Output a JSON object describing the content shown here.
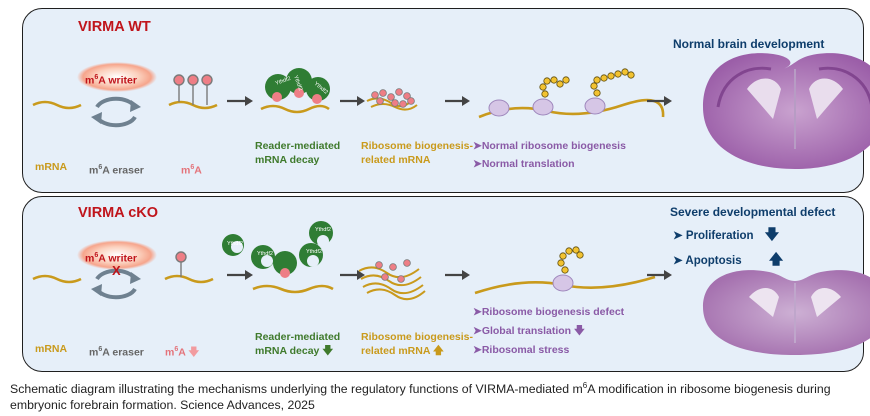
{
  "wt": {
    "title": "VIRMA WT",
    "outcome": "Normal brain development",
    "writer": "m6A writer",
    "labels": {
      "mrna": "mRNA",
      "eraser": "m6A eraser",
      "m6a": "m6A",
      "reader": [
        "Reader-mediated",
        "mRNA decay"
      ],
      "ribosome": [
        "Ribosome biogenesis-",
        "related mRNA"
      ],
      "effects": [
        "Normal ribosome biogenesis",
        "Normal translation"
      ]
    },
    "reader_protein": "Ythdf2"
  },
  "cko": {
    "title": "VIRMA cKO",
    "outcome": "Severe developmental defect",
    "writer": "m6A writer",
    "phenotypes": [
      {
        "label": "Proliferation",
        "direction": "down"
      },
      {
        "label": "Apoptosis",
        "direction": "up"
      }
    ],
    "labels": {
      "mrna": "mRNA",
      "eraser": "m6A eraser",
      "m6a": "m6A",
      "reader": [
        "Reader-mediated",
        "mRNA decay"
      ],
      "ribosome": [
        "Ribosome biogenesis-",
        "related mRNA"
      ],
      "effects": [
        "Ribosome biogenesis defect",
        "Global translation",
        "Ribosomal stress"
      ]
    },
    "reader_protein": "Ythdf2"
  },
  "caption": "Schematic diagram illustrating the mechanisms underlying the regulatory functions of VIRMA-mediated m6A modification in ribosome biogenesis during embryonic forebrain formation. Science Advances, 2025",
  "colors": {
    "panel_bg": "#e6eff9",
    "title_red": "#c0141b",
    "navy": "#0e3d6b",
    "gold": "#c99a1c",
    "green": "#3f7a2c",
    "pink": "#e4737a",
    "purple": "#8a5aa6"
  }
}
